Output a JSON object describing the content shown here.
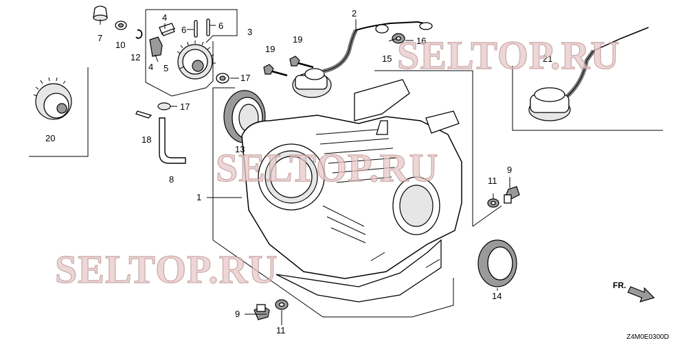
{
  "watermark": "SELTOP.RU",
  "diagram_code": "Z4M0E0300D",
  "direction_label": "FR.",
  "callouts": {
    "c1": "1",
    "c2": "2",
    "c3": "3",
    "c4a": "4",
    "c4b": "4",
    "c5": "5",
    "c6a": "6",
    "c6b": "6",
    "c7": "7",
    "c8": "8",
    "c9a": "9",
    "c9b": "9",
    "c10": "10",
    "c11a": "11",
    "c11b": "11",
    "c12": "12",
    "c13": "13",
    "c14": "14",
    "c15": "15",
    "c16": "16",
    "c17a": "17",
    "c17b": "17",
    "c18": "18",
    "c19a": "19",
    "c19b": "19",
    "c20": "20",
    "c21": "21"
  }
}
